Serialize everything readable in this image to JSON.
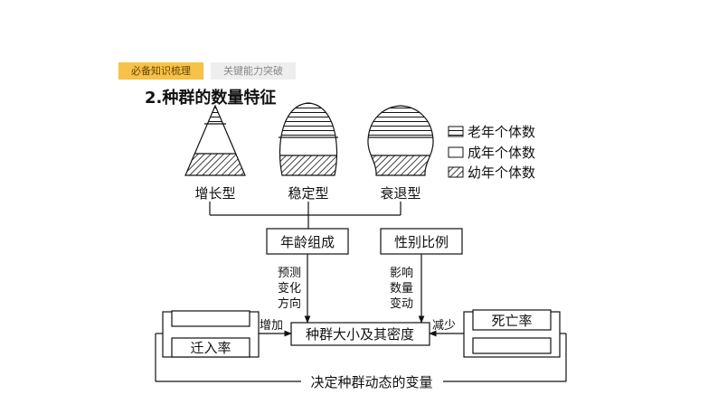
{
  "header": {
    "tab_active": "必备知识梳理",
    "tab_inactive": "关键能力突破",
    "title": "2.种群的数量特征"
  },
  "pyramids": [
    "增长型",
    "稳定型",
    "衰退型"
  ],
  "legend": [
    "老年个体数",
    "成年个体数",
    "幼年个体数"
  ],
  "boxes": {
    "age": "年龄组成",
    "sex": "性别比例",
    "center": "种群大小及其密度",
    "immigration": "迁入率",
    "death": "死亡率",
    "bottom": "决定种群动态的变量"
  },
  "arrow_labels": {
    "predict": [
      "预测",
      "变化",
      "方向"
    ],
    "affect": [
      "影响",
      "数量",
      "变动"
    ],
    "increase": "增加",
    "decrease": "减少"
  },
  "colors": {
    "tab_active": "#f6c24a",
    "tab_inactive": "#eeeeee"
  }
}
